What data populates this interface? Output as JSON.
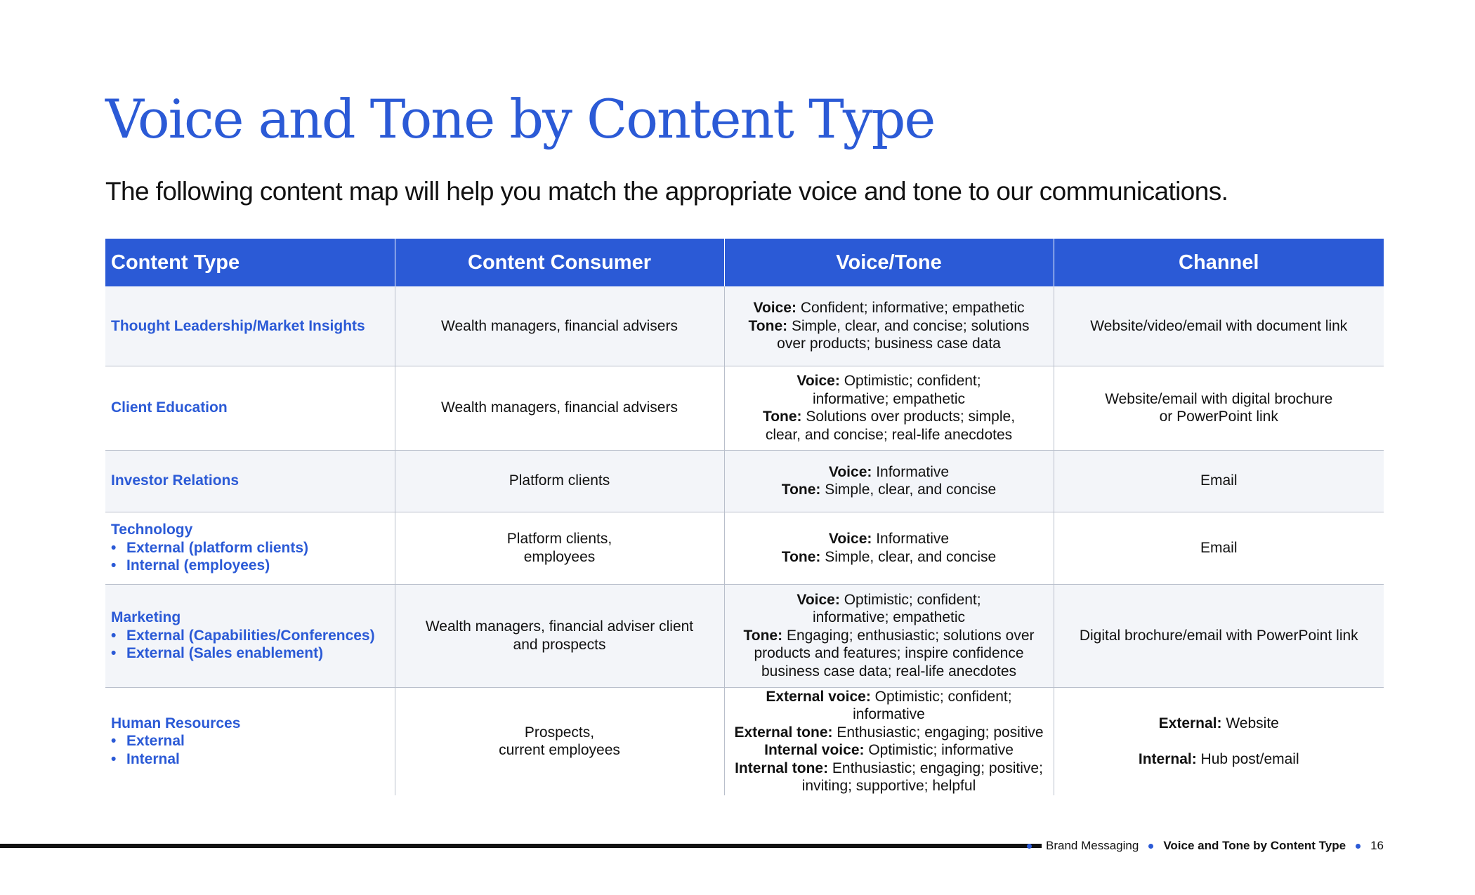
{
  "title": "Voice and Tone by Content Type",
  "subtitle": "The following content map will help you match the appropriate voice and tone to our communications.",
  "table": {
    "headers": [
      "Content Type",
      "Content Consumer",
      "Voice/Tone",
      "Channel"
    ],
    "rows": [
      {
        "type": "Thought Leadership/Market Insights",
        "sub_items": [],
        "consumer": [
          "Wealth managers, financial advisers"
        ],
        "voice_tone": [
          {
            "label": "Voice:",
            "text": " Confident; informative; empathetic"
          },
          {
            "label": "Tone:",
            "text": " Simple, clear, and concise; solutions"
          },
          {
            "label": "",
            "text": "over products; business case data"
          }
        ],
        "channel": [
          {
            "label": "",
            "text": "Website/video/email with document link"
          }
        ]
      },
      {
        "type": "Client Education",
        "sub_items": [],
        "consumer": [
          "Wealth managers, financial advisers"
        ],
        "voice_tone": [
          {
            "label": "Voice:",
            "text": " Optimistic; confident;"
          },
          {
            "label": "",
            "text": "informative; empathetic"
          },
          {
            "label": "Tone:",
            "text": " Solutions over products; simple,"
          },
          {
            "label": "",
            "text": "clear, and concise; real-life anecdotes"
          }
        ],
        "channel": [
          {
            "label": "",
            "text": "Website/email with digital brochure"
          },
          {
            "label": "",
            "text": "or PowerPoint link"
          }
        ]
      },
      {
        "type": "Investor Relations",
        "sub_items": [],
        "consumer": [
          "Platform clients"
        ],
        "voice_tone": [
          {
            "label": "Voice:",
            "text": " Informative"
          },
          {
            "label": "Tone:",
            "text": " Simple, clear, and concise"
          }
        ],
        "channel": [
          {
            "label": "",
            "text": "Email"
          }
        ]
      },
      {
        "type": "Technology",
        "sub_items": [
          "External (platform clients)",
          "Internal (employees)"
        ],
        "consumer": [
          "Platform clients,",
          "employees"
        ],
        "voice_tone": [
          {
            "label": "Voice:",
            "text": " Informative"
          },
          {
            "label": "Tone:",
            "text": " Simple, clear, and concise"
          }
        ],
        "channel": [
          {
            "label": "",
            "text": "Email"
          }
        ]
      },
      {
        "type": "Marketing",
        "sub_items": [
          "External (Capabilities/Conferences)",
          "External (Sales enablement)"
        ],
        "consumer": [
          "Wealth managers, financial adviser client",
          "and prospects"
        ],
        "voice_tone": [
          {
            "label": "Voice:",
            "text": " Optimistic; confident;"
          },
          {
            "label": "",
            "text": "informative; empathetic"
          },
          {
            "label": "Tone:",
            "text": " Engaging; enthusiastic; solutions over"
          },
          {
            "label": "",
            "text": "products and features; inspire confidence"
          },
          {
            "label": "",
            "text": "business case data; real-life anecdotes"
          }
        ],
        "channel": [
          {
            "label": "",
            "text": "Digital brochure/email with PowerPoint link"
          }
        ]
      },
      {
        "type": "Human Resources",
        "sub_items": [
          "External",
          "Internal"
        ],
        "consumer": [
          "Prospects,",
          "current employees"
        ],
        "voice_tone": [
          {
            "label": "External voice:",
            "text": " Optimistic; confident; informative"
          },
          {
            "label": "External tone:",
            "text": " Enthusiastic; engaging; positive"
          },
          {
            "label": "Internal voice:",
            "text": " Optimistic; informative"
          },
          {
            "label": "Internal tone:",
            "text": " Enthusiastic; engaging; positive;"
          },
          {
            "label": "",
            "text": "inviting; supportive; helpful"
          }
        ],
        "channel": [
          {
            "label": "External:",
            "text": " Website"
          },
          {
            "label": "Internal:",
            "text": " Hub post/email"
          }
        ]
      }
    ]
  },
  "footer": {
    "section": "Brand Messaging",
    "page_title": "Voice and Tone by Content Type",
    "page_number": "16"
  },
  "colors": {
    "accent": "#2b5ad6",
    "text": "#111111",
    "row_shade": "#f3f5f9",
    "grid": "#b9bfcb"
  }
}
